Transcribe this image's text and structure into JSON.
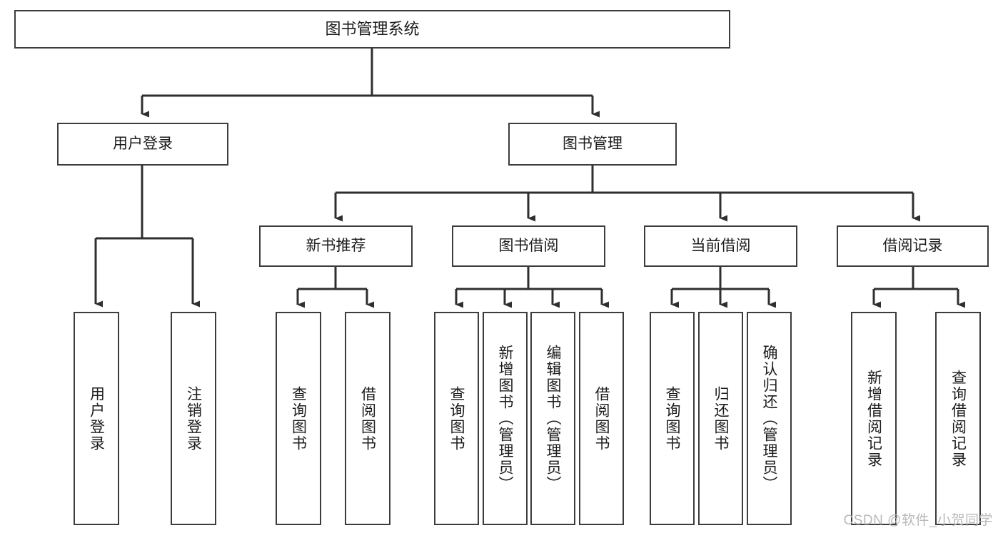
{
  "diagram": {
    "title_node": {
      "label": "图书管理系统"
    },
    "level2": [
      {
        "label": "用户登录"
      },
      {
        "label": "图书管理"
      }
    ],
    "level3": [
      {
        "label": "新书推荐"
      },
      {
        "label": "图书借阅"
      },
      {
        "label": "当前借阅"
      },
      {
        "label": "借阅记录"
      }
    ],
    "leaves": {
      "user_login": [
        {
          "label": "用户登录"
        },
        {
          "label": "注销登录"
        }
      ],
      "new_book_recommend": [
        {
          "label": "查询图书"
        },
        {
          "label": "借阅图书"
        }
      ],
      "book_borrow": [
        {
          "label": "查询图书"
        },
        {
          "label": "新增图书（管理员）"
        },
        {
          "label": "编辑图书（管理员）"
        },
        {
          "label": "借阅图书"
        }
      ],
      "current_borrow": [
        {
          "label": "查询图书"
        },
        {
          "label": "归还图书"
        },
        {
          "label": "确认归还（管理员）"
        }
      ],
      "borrow_record": [
        {
          "label": "新增借阅记录"
        },
        {
          "label": "查询借阅记录"
        }
      ]
    }
  },
  "watermark": {
    "text": "CSDN @软件_小贺同学"
  },
  "colors": {
    "background": "#ffffff",
    "box_border": "#3c3c3c",
    "box_fill": "#ffffff",
    "connector": "#2f2f2f",
    "text": "#1c1c1c",
    "watermark": "#b9b9b9"
  }
}
